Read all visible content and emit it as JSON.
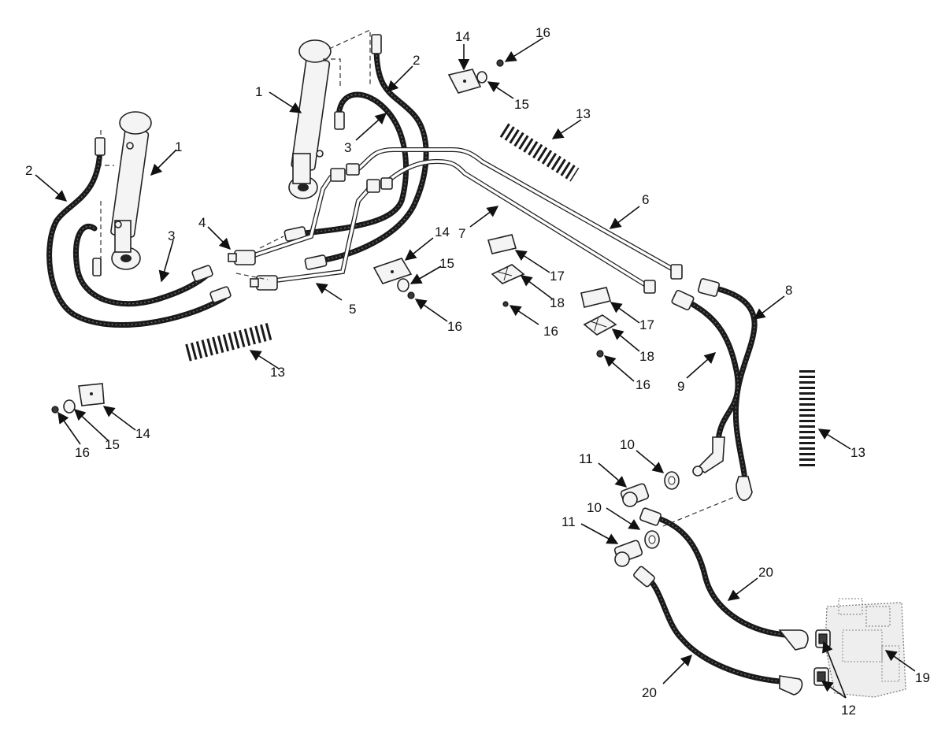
{
  "diagram": {
    "callouts": [
      {
        "id": "c1a",
        "text": "1"
      },
      {
        "id": "c1b",
        "text": "1"
      },
      {
        "id": "c2a",
        "text": "2"
      },
      {
        "id": "c2b",
        "text": "2"
      },
      {
        "id": "c3a",
        "text": "3"
      },
      {
        "id": "c3b",
        "text": "3"
      },
      {
        "id": "c4",
        "text": "4"
      },
      {
        "id": "c5",
        "text": "5"
      },
      {
        "id": "c6",
        "text": "6"
      },
      {
        "id": "c7",
        "text": "7"
      },
      {
        "id": "c8",
        "text": "8"
      },
      {
        "id": "c9",
        "text": "9"
      },
      {
        "id": "c10a",
        "text": "10"
      },
      {
        "id": "c10b",
        "text": "10"
      },
      {
        "id": "c11a",
        "text": "11"
      },
      {
        "id": "c11b",
        "text": "11"
      },
      {
        "id": "c12",
        "text": "12"
      },
      {
        "id": "c13a",
        "text": "13"
      },
      {
        "id": "c13b",
        "text": "13"
      },
      {
        "id": "c13c",
        "text": "13"
      },
      {
        "id": "c14a",
        "text": "14"
      },
      {
        "id": "c14b",
        "text": "14"
      },
      {
        "id": "c14c",
        "text": "14"
      },
      {
        "id": "c15a",
        "text": "15"
      },
      {
        "id": "c15b",
        "text": "15"
      },
      {
        "id": "c15c",
        "text": "15"
      },
      {
        "id": "c16a",
        "text": "16"
      },
      {
        "id": "c16b",
        "text": "16"
      },
      {
        "id": "c16c",
        "text": "16"
      },
      {
        "id": "c16d",
        "text": "16"
      },
      {
        "id": "c16e",
        "text": "16"
      },
      {
        "id": "c17a",
        "text": "17"
      },
      {
        "id": "c17b",
        "text": "17"
      },
      {
        "id": "c18a",
        "text": "18"
      },
      {
        "id": "c18b",
        "text": "18"
      },
      {
        "id": "c19",
        "text": "19"
      },
      {
        "id": "c20a",
        "text": "20"
      },
      {
        "id": "c20b",
        "text": "20"
      }
    ]
  }
}
